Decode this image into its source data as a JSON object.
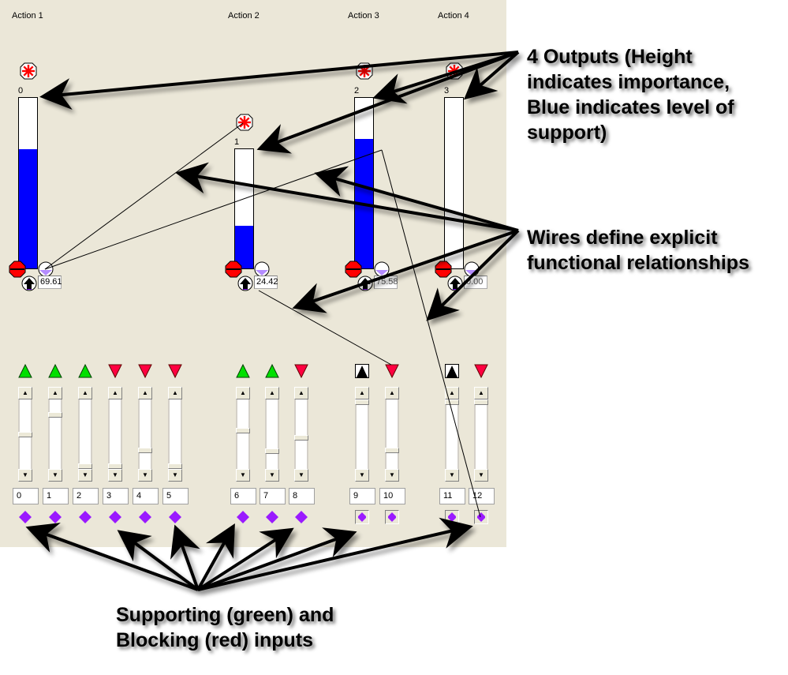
{
  "colors": {
    "panel_bg": "#ebe7d8",
    "support_blue": "#0000ff",
    "supporting_green": "#00e000",
    "blocking_red": "#ff0040",
    "input_purple": "#9a1aff",
    "stop_red": "#ff0000"
  },
  "actions": [
    {
      "title": "Action 1",
      "index": "0",
      "importance": 1.0,
      "support": 0.7,
      "value": "69.61",
      "value_dim": false
    },
    {
      "title": "Action 2",
      "index": "1",
      "importance": 0.7,
      "support": 0.36,
      "value": "24.42",
      "value_dim": false
    },
    {
      "title": "Action 3",
      "index": "2",
      "importance": 1.0,
      "support": 0.76,
      "value": "75.58",
      "value_dim": true
    },
    {
      "title": "Action 4",
      "index": "3",
      "importance": 1.0,
      "support": 0.0,
      "value": "0.00",
      "value_dim": true
    }
  ],
  "inputs": [
    {
      "id": "0",
      "type": "supporting",
      "level": 0.5,
      "wired": false
    },
    {
      "id": "1",
      "type": "supporting",
      "level": 0.2,
      "wired": false
    },
    {
      "id": "2",
      "type": "supporting",
      "level": 1.0,
      "wired": false
    },
    {
      "id": "3",
      "type": "blocking",
      "level": 1.0,
      "wired": false
    },
    {
      "id": "4",
      "type": "blocking",
      "level": 0.75,
      "wired": false
    },
    {
      "id": "5",
      "type": "blocking",
      "level": 1.0,
      "wired": false
    },
    {
      "id": "6",
      "type": "supporting",
      "level": 0.45,
      "wired": false
    },
    {
      "id": "7",
      "type": "supporting",
      "level": 0.77,
      "wired": false
    },
    {
      "id": "8",
      "type": "blocking",
      "level": 0.55,
      "wired": false
    },
    {
      "id": "9",
      "type": "neutral",
      "level": 0.0,
      "wired": true
    },
    {
      "id": "10",
      "type": "blocking",
      "level": 0.75,
      "wired": true
    },
    {
      "id": "11",
      "type": "neutral",
      "level": 0.0,
      "wired": true
    },
    {
      "id": "12",
      "type": "blocking",
      "level": 0.0,
      "wired": true
    }
  ],
  "annotations": {
    "outputs": [
      "4 Outputs (Height",
      "indicates importance,",
      "Blue indicates level of",
      "support)"
    ],
    "wires": [
      "Wires define explicit",
      "functional relationships"
    ],
    "inputs": [
      "Supporting (green) and",
      "Blocking (red) inputs"
    ]
  }
}
